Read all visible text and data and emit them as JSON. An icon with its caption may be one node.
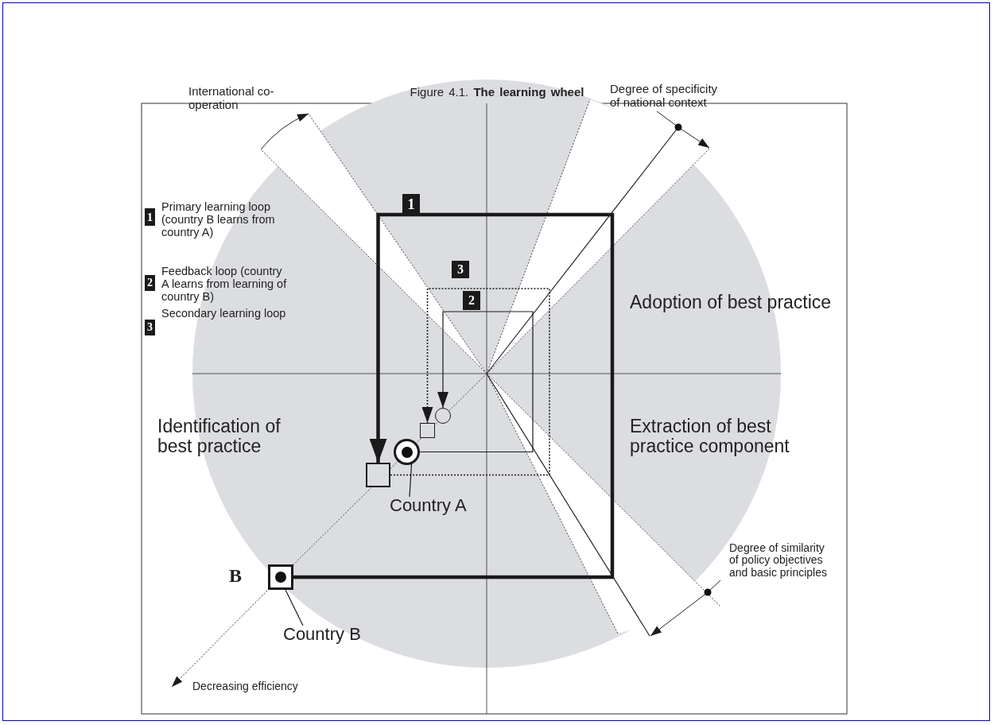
{
  "diagram": {
    "title": "Figure 4.1. **The learning wheel**",
    "nodes": [
      {
        "text": [],
        "shape": "box"
      },
      {
        "text": [
          "Country B"
        ]
      },
      {
        "text": [],
        "shape": "circle"
      },
      {
        "text": [
          "Country A"
        ]
      },
      {
        "text": [],
        "shape": "box"
      },
      {
        "text": [],
        "shape": "box"
      },
      {
        "text": [],
        "shape": "circle"
      }
    ],
    "edges": [
      {
        "from": 0,
        "to": 1,
        "arrow": "none"
      },
      {
        "from": 2,
        "to": 3,
        "arrow": "none"
      },
      {
        "from": 0,
        "to": 4,
        "arrow": "to",
        "style": "thick"
      },
      {
        "from": 4,
        "to": 5,
        "arrow": "to",
        "style": "dashed"
      },
      {
        "from": 2,
        "to": 6,
        "arrow": "to"
      }
    ],
    "labels": [
      "International co-operation",
      "Degree of specificity of national context",
      "1",
      "1",
      "3",
      "2",
      "Adoption of best practice",
      "2",
      "3",
      "Identification of best practice",
      "Extraction of best practice component",
      "Degree of similarity of policy objectives and basic principles",
      "B",
      "Decreasing efficiency"
    ],
    "legend": [
      {
        "text": "Primary learning loop (country B learns from country A)"
      },
      {
        "text": "Feedback loop (country A learns from learning of country B)"
      },
      {
        "text": "Secondary learning loop"
      }
    ]
  }
}
